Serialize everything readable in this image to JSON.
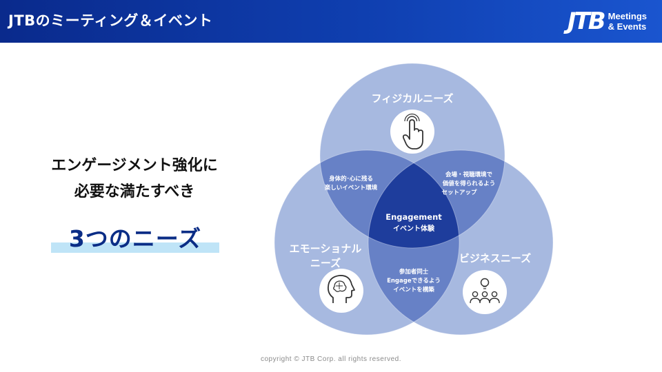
{
  "header": {
    "title": "JTBのミーティング＆イベント",
    "logo_mark": "JTB",
    "logo_line1": "Meetings",
    "logo_line2": "& Events"
  },
  "lead": {
    "line1": "エンゲージメント強化に",
    "line2": "必要な満たすべき",
    "highlight": "3つのニーズ"
  },
  "venn": {
    "physical": "フィジカルニーズ",
    "emotional_line1": "エモーショナル",
    "emotional_line2": "ニーズ",
    "business": "ビジネスニーズ",
    "overlap_phys_emo_line1": "身体的･心に残る",
    "overlap_phys_emo_line2": "楽しいイベント環境",
    "overlap_phys_biz_line1": "会場・視聴環境で",
    "overlap_phys_biz_line2": "価値を得られるよう",
    "overlap_phys_biz_line3": "セットアップ",
    "overlap_emo_biz_line1": "参加者同士",
    "overlap_emo_biz_line2": "Engageできるよう",
    "overlap_emo_biz_line3": "イベントを構築",
    "center_line1": "Engagement",
    "center_line2": "イベント体験",
    "icons": [
      "touch-icon",
      "head-brain-icon",
      "team-idea-icon"
    ],
    "colors": {
      "circle": "#a7b9e0",
      "pair_overlap": "#6781c6",
      "center": "#1e3d9c"
    }
  },
  "footer": "copyright © JTB Corp. all rights reserved."
}
